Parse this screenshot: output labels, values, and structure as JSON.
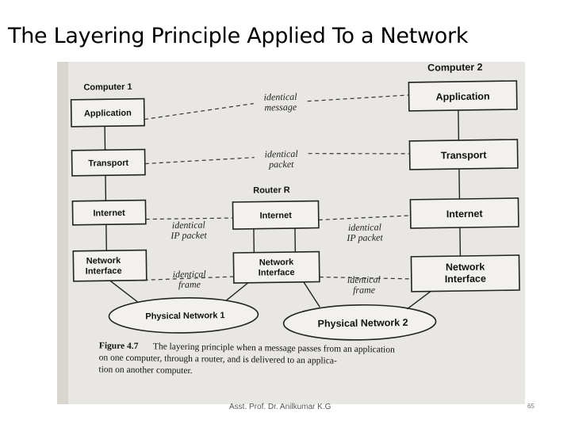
{
  "slide": {
    "title": "The Layering Principle Applied To a Network",
    "footer": "Asst. Prof. Dr. Anilkumar K.G",
    "page_number": "65"
  },
  "diagram": {
    "computer1": {
      "label": "Computer 1",
      "layers": [
        "Application",
        "Transport",
        "Internet",
        "Network Interface"
      ]
    },
    "computer2": {
      "label": "Computer 2",
      "layers": [
        "Application",
        "Transport",
        "Internet",
        "Network Interface"
      ]
    },
    "router": {
      "label": "Router R",
      "layers": [
        "Internet",
        "Network Interface"
      ]
    },
    "networks": [
      "Physical Network 1",
      "Physical Network 2"
    ],
    "annotations": {
      "message": [
        "identical",
        "message"
      ],
      "packet": [
        "identical",
        "packet"
      ],
      "ip_left": [
        "identical",
        "IP packet"
      ],
      "ip_right": [
        "identical",
        "IP packet"
      ],
      "frame_left": [
        "identical",
        "frame"
      ],
      "frame_right": [
        "identical",
        "frame"
      ]
    },
    "caption": {
      "figure": "Figure 4.7",
      "lines": [
        "The layering principle when a message passes from an application",
        "on one computer, through a router, and is delivered to an applica-",
        "tion on another computer."
      ]
    }
  }
}
